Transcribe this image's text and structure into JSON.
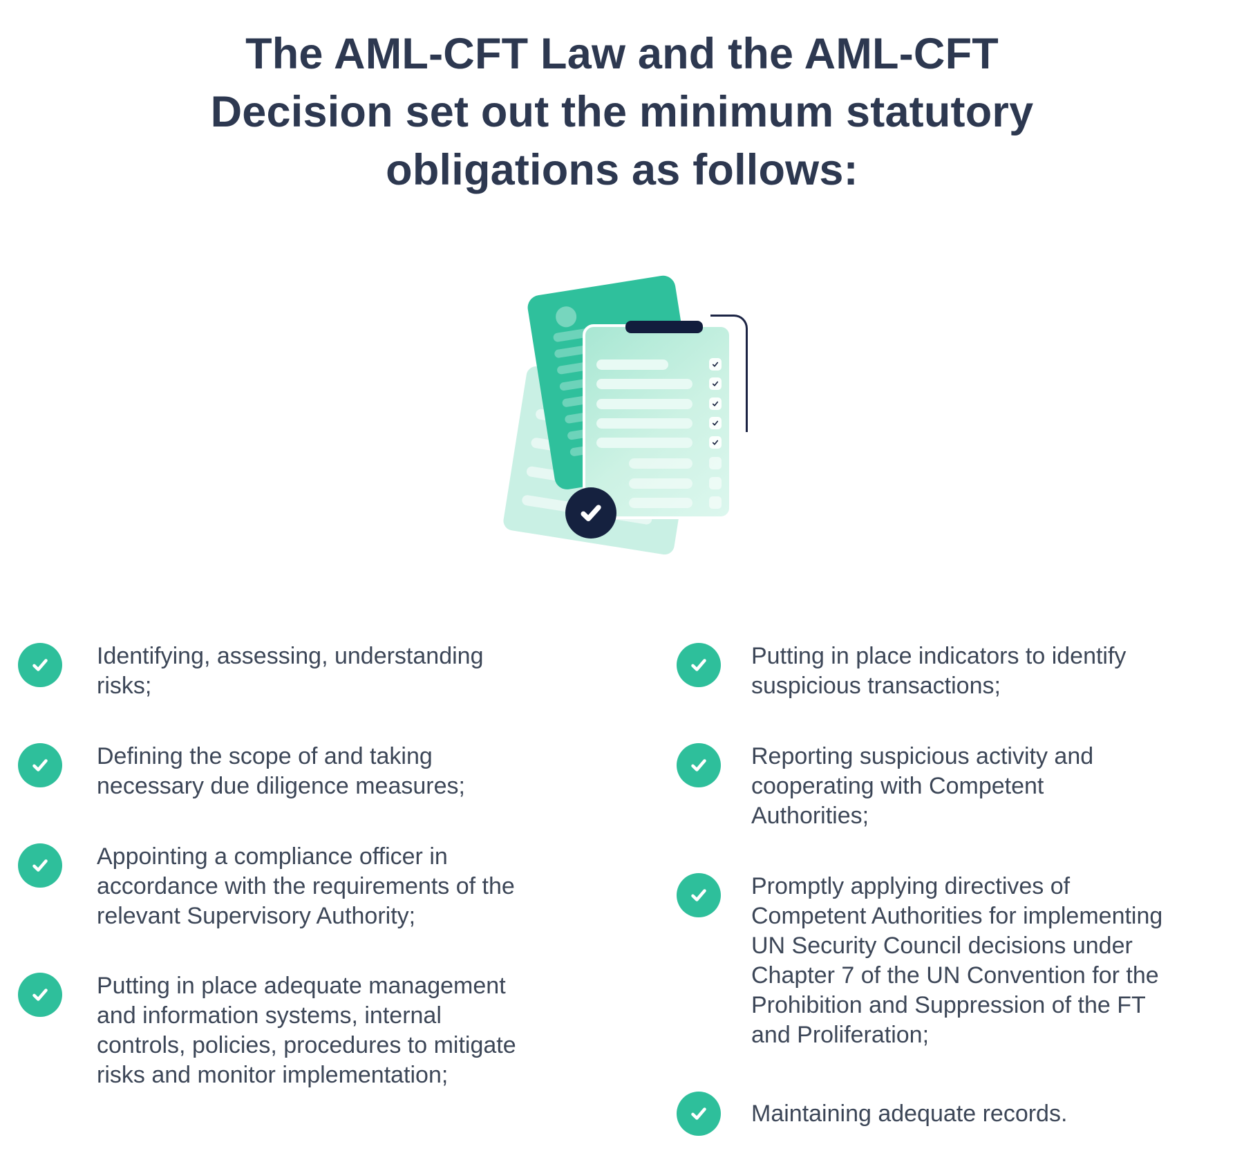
{
  "title": {
    "lines": [
      "The AML-CFT Law and the AML-CFT",
      "Decision set out the minimum statutory",
      "obligations as follows:"
    ]
  },
  "illustration": {
    "name": "documents-and-checklist-with-checkmarks",
    "checked_rows": 5,
    "unchecked_rows": 3,
    "colors": {
      "green_document": "#2fc09c",
      "light_page": "#c9f0e4",
      "clipboard_mint": "#b4ead8",
      "clip_navy": "#121d3d",
      "badge_navy": "#15213f",
      "row_bar": "#e8faf4"
    }
  },
  "checklist": {
    "bullet_color": "#2ebf9b",
    "left": [
      {
        "lines": [
          "Identifying, assessing, understanding",
          "risks;"
        ]
      },
      {
        "lines": [
          "Defining the scope of and taking",
          "necessary due diligence measures;"
        ]
      },
      {
        "lines": [
          "Appointing a compliance officer in",
          "accordance with the requirements of the",
          "relevant Supervisory Authority;"
        ]
      },
      {
        "lines": [
          "Putting in place adequate management",
          "and information systems, internal",
          "controls, policies, procedures to mitigate",
          "risks and monitor implementation;"
        ]
      }
    ],
    "right": [
      {
        "lines": [
          "Putting in place indicators to identify",
          "suspicious transactions;"
        ]
      },
      {
        "lines": [
          "Reporting suspicious activity and",
          "cooperating with Competent",
          "Authorities;"
        ]
      },
      {
        "lines": [
          "Promptly applying directives of",
          "Competent Authorities for implementing",
          "UN Security Council decisions under",
          "Chapter 7 of the UN Convention for the",
          "Prohibition and Suppression of the FT",
          "and Proliferation;"
        ]
      },
      {
        "lines": [
          "Maintaining adequate records."
        ]
      }
    ]
  },
  "colors": {
    "title_text": "#2d3850",
    "body_text": "#3c4657",
    "background": "#ffffff"
  }
}
